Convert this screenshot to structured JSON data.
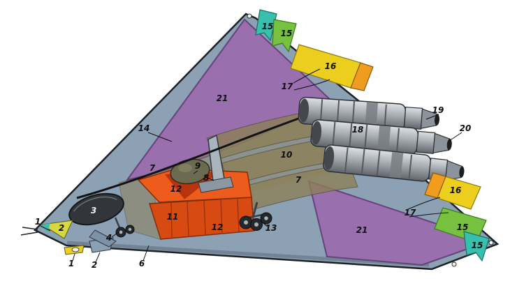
{
  "figure": {
    "background": "#ffffff"
  },
  "colors": {
    "airframe": "#8da1b5",
    "airframe_edge": "#1c2125",
    "airframe_band": "#5d6b78",
    "wing_panel": "#9a6fad",
    "wing_panel_edge": "#63447a",
    "panel_yellow": "#eccf1e",
    "panel_orange": "#ef9c1f",
    "panel_green": "#77c141",
    "panel_teal": "#38bfae",
    "bay_top": "#ee5c1d",
    "bay_front": "#d74a12",
    "bay_red": "#b8340e",
    "duct": "#8c8058",
    "engine_light": "#dde1e4",
    "engine_mid": "#a7acb2",
    "engine_dark": "#5f646a",
    "cockpit": "#32363a",
    "light_fill": "#f4f6f7"
  },
  "callouts": [
    {
      "n": "15"
    },
    {
      "n": "15"
    },
    {
      "n": "16"
    },
    {
      "n": "17"
    },
    {
      "n": "21"
    },
    {
      "n": "14"
    },
    {
      "n": "19"
    },
    {
      "n": "20"
    },
    {
      "n": "18"
    },
    {
      "n": "10"
    },
    {
      "n": "7"
    },
    {
      "n": "9"
    },
    {
      "n": "8"
    },
    {
      "n": "7"
    },
    {
      "n": "12"
    },
    {
      "n": "3"
    },
    {
      "n": "11"
    },
    {
      "n": "2"
    },
    {
      "n": "12"
    },
    {
      "n": "13"
    },
    {
      "n": "16"
    },
    {
      "n": "17"
    },
    {
      "n": "21"
    },
    {
      "n": "15"
    },
    {
      "n": "1"
    },
    {
      "n": "4"
    },
    {
      "n": "15"
    },
    {
      "n": "1"
    },
    {
      "n": "2"
    },
    {
      "n": "6"
    }
  ]
}
